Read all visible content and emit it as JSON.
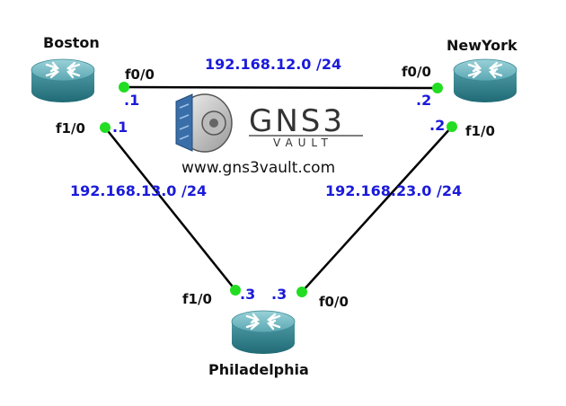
{
  "links": {
    "boston_newyork": {
      "subnet": "192.168.12.0 /24"
    },
    "boston_philadelphia": {
      "subnet": "192.168.13.0 /24"
    },
    "newyork_philadelphia": {
      "subnet": "192.168.23.0 /24"
    }
  },
  "routers": {
    "boston": {
      "name": "Boston",
      "if_f00": "f0/0",
      "host_f00": ".1",
      "if_f10": "f1/0",
      "host_f10": ".1"
    },
    "newyork": {
      "name": "NewYork",
      "if_f00": "f0/0",
      "host_f00": ".2",
      "if_f10": "f1/0",
      "host_f10": ".2"
    },
    "philadelphia": {
      "name": "Philadelphia",
      "if_f10": "f1/0",
      "host_f10": ".3",
      "if_f00": "f0/0",
      "host_f00": ".3"
    }
  },
  "logo": {
    "brand": "GNS3",
    "sub": "VAULT",
    "url": "www.gns3vault.com"
  },
  "colors": {
    "link": "#000000",
    "port": "#22dd22",
    "router_top": "#6fb7c1",
    "router_side": "#2f7f8a",
    "label": "#1a1adb"
  }
}
